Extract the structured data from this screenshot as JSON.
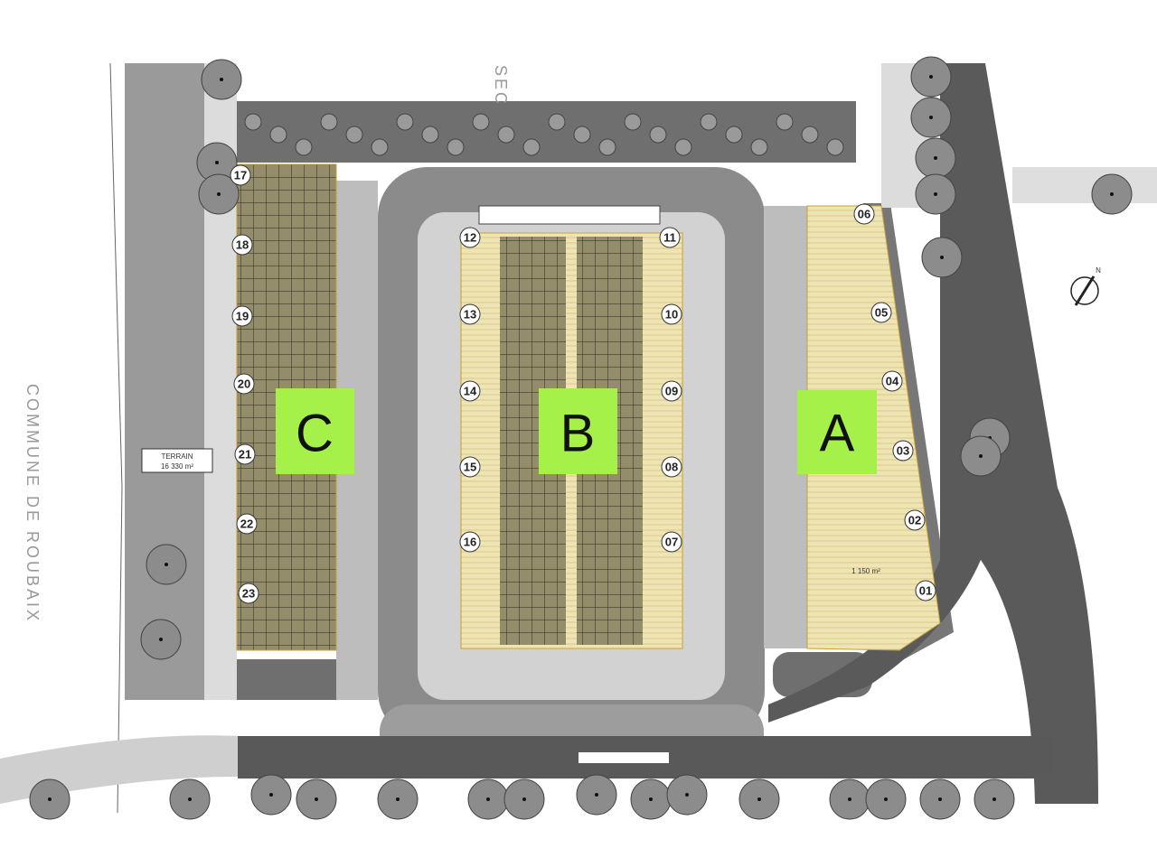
{
  "plan": {
    "street_label_top": "SEC",
    "commune_label": "COMMUNE DE ROUBAIX",
    "terrain_label": "TERRAIN",
    "terrain_area": "16 330 m²",
    "zone_a_area": "1 150 m²",
    "compass_label": "N",
    "zones": [
      {
        "letter": "C",
        "plots": [
          "17",
          "18",
          "19",
          "20",
          "21",
          "22",
          "23"
        ]
      },
      {
        "letter": "B",
        "plots_left": [
          "12",
          "13",
          "14",
          "15",
          "16"
        ],
        "plots_right": [
          "11",
          "10",
          "09",
          "08",
          "07"
        ]
      },
      {
        "letter": "A",
        "plots": [
          "06",
          "05",
          "04",
          "03",
          "02",
          "01"
        ]
      }
    ],
    "colors": {
      "zone_fill": "#e8dca8",
      "zone_dark": "#8f8a6a",
      "label_green": "#a6f04a",
      "road": "#595959",
      "paving": "#c9c9c9"
    }
  }
}
